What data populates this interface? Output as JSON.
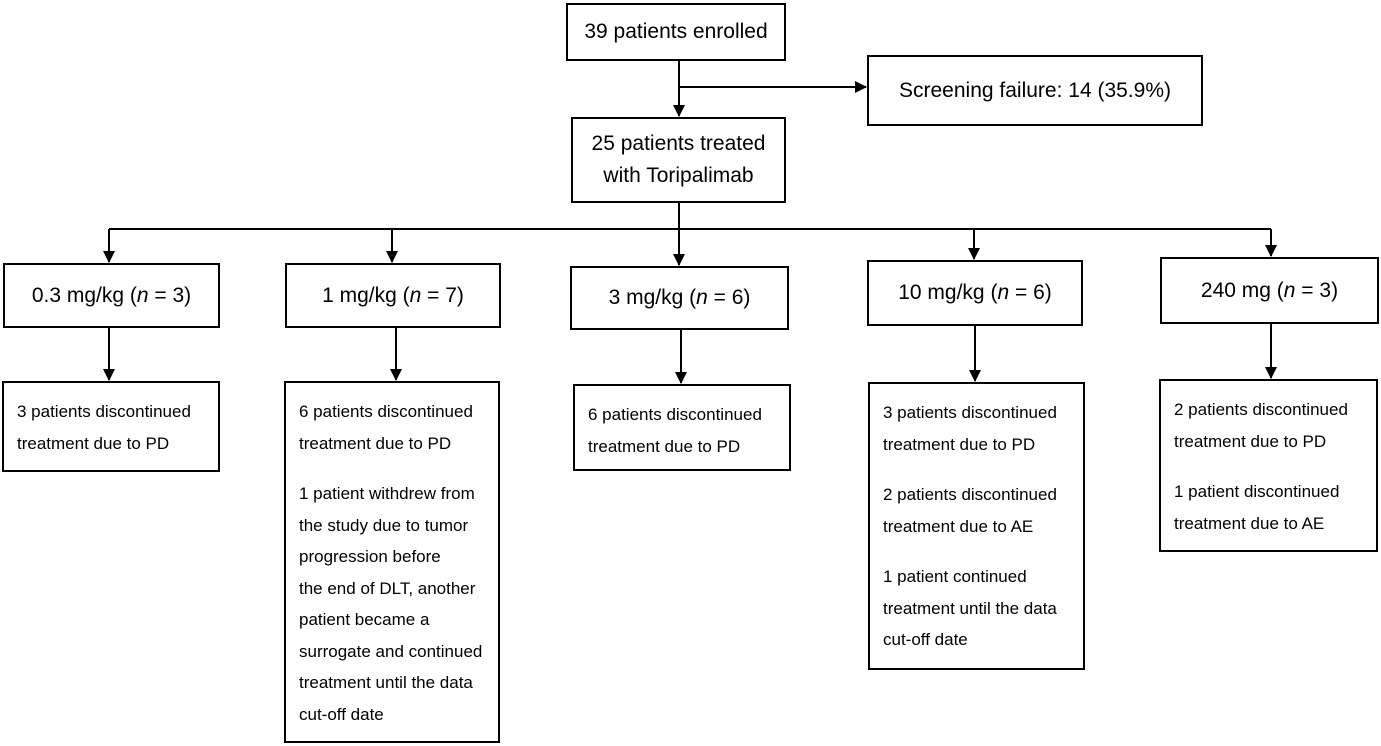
{
  "flow": {
    "enrolled": "39 patients enrolled",
    "screening_failure": "Screening failure: 14 (35.9%)",
    "treated": "25 patients treated\nwith Toripalimab"
  },
  "arms": [
    {
      "dose": "0.3 mg/kg (",
      "n_symbol": "n",
      "n_value": " = 3)",
      "outcomes": [
        "3 patients discontinued\ntreatment due to PD"
      ]
    },
    {
      "dose": "1 mg/kg (",
      "n_symbol": "n",
      "n_value": " = 7)",
      "outcomes": [
        "6 patients discontinued\ntreatment due to PD",
        "1 patient withdrew from\nthe study due to tumor\nprogression before\nthe end of DLT, another\npatient became a\nsurrogate and continued\ntreatment until the data\ncut-off date"
      ]
    },
    {
      "dose": "3 mg/kg (",
      "n_symbol": "n",
      "n_value": " = 6)",
      "outcomes": [
        "6 patients discontinued\ntreatment due to PD"
      ]
    },
    {
      "dose": "10 mg/kg (",
      "n_symbol": "n",
      "n_value": " = 6)",
      "outcomes": [
        "3 patients discontinued\ntreatment due to PD",
        "2 patients discontinued\ntreatment due to AE",
        "1 patient continued\ntreatment until the data\ncut-off date"
      ]
    },
    {
      "dose": "240 mg (",
      "n_symbol": "n",
      "n_value": " = 3)",
      "outcomes": [
        "2 patients discontinued\ntreatment due to PD",
        "1 patient discontinued\ntreatment due to AE"
      ]
    }
  ]
}
